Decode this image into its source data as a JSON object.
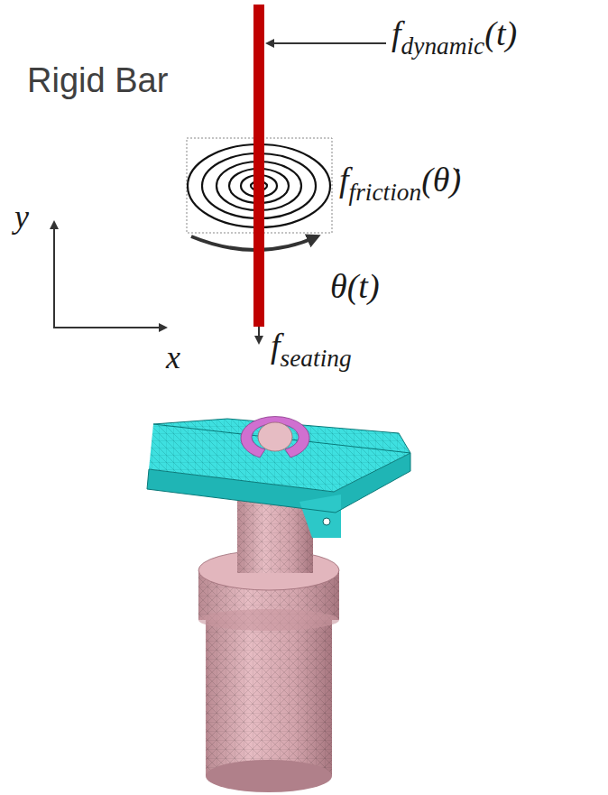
{
  "diagram": {
    "labels": [
      "Rigid Bar",
      "f",
      "dynamic",
      "(t)",
      "f",
      "friction",
      "(θ̇)",
      "θ(t)",
      "f",
      "seating",
      "y",
      "x"
    ]
  }
}
